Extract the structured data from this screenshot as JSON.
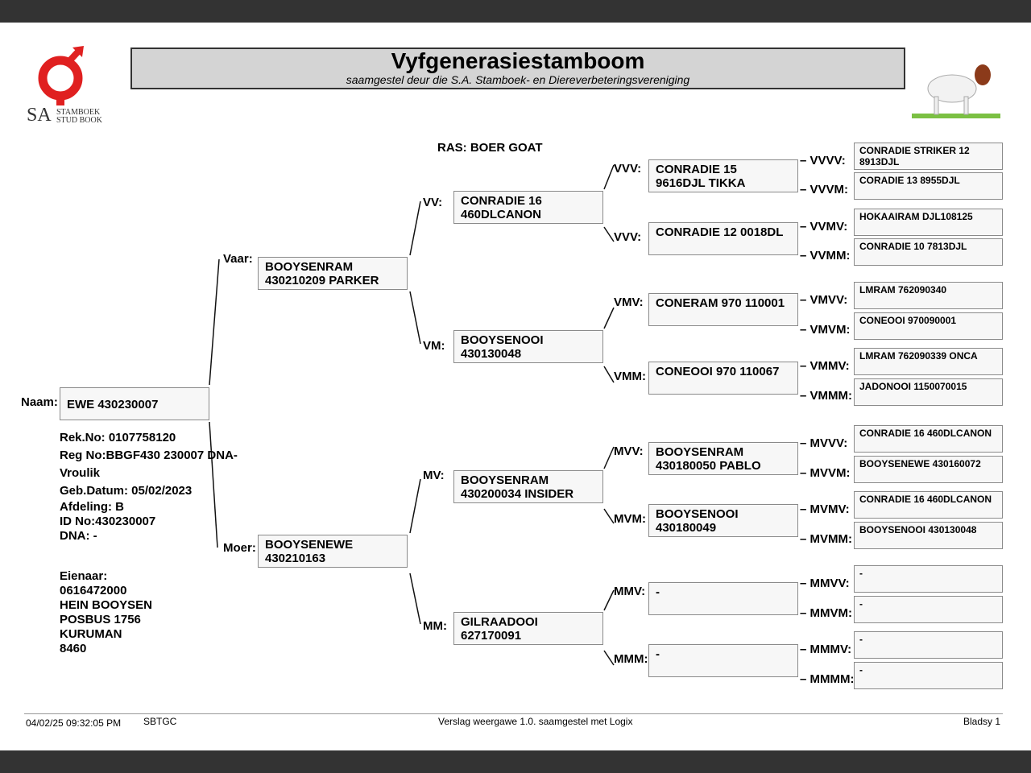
{
  "logo": {
    "text_sa": "SA",
    "text_line1": "STAMBOEK",
    "text_line2": "STUD BOOK",
    "color": "#e02020"
  },
  "header": {
    "title": "Vyfgenerasiestamboom",
    "subtitle": "saamgestel deur die S.A. Stamboek- en Diereverbeteringsvereniging"
  },
  "breed": "RAS: BOER GOAT",
  "subject": {
    "label": "Naam:",
    "name": "EWE 430230007",
    "details": [
      "Rek.No: 0107758120",
      "Reg No:BBGF430 230007 DNA-",
      "Vroulik",
      "Geb.Datum: 05/02/2023"
    ],
    "details2": [
      "Afdeling: B",
      "ID No:430230007",
      "DNA: -"
    ],
    "owner": [
      "Eienaar:",
      "0616472000",
      "HEIN BOOYSEN",
      "POSBUS 1756",
      "KURUMAN",
      "8460"
    ]
  },
  "gen1": [
    {
      "label": "Vaar:",
      "name": "BOOYSENRAM\n430210209 PARKER"
    },
    {
      "label": "Moer:",
      "name": "BOOYSENEWE\n430210163"
    }
  ],
  "gen2": [
    {
      "label": "VV:",
      "name": "CONRADIE 16\n460DLCANON"
    },
    {
      "label": "VM:",
      "name": "BOOYSENOOI\n430130048"
    },
    {
      "label": "MV:",
      "name": "BOOYSENRAM\n430200034 INSIDER"
    },
    {
      "label": "MM:",
      "name": "GILRAADOOI\n627170091"
    }
  ],
  "gen3": [
    {
      "label": "VVV:",
      "name": "CONRADIE 15\n9616DJL TIKKA"
    },
    {
      "label": "VVV:",
      "name": "CONRADIE 12 0018DL"
    },
    {
      "label": "VMV:",
      "name": "CONERAM 970 110001"
    },
    {
      "label": "VMM:",
      "name": "CONEOOI 970 110067"
    },
    {
      "label": "MVV:",
      "name": "BOOYSENRAM\n430180050 PABLO"
    },
    {
      "label": "MVM:",
      "name": "BOOYSENOOI\n430180049"
    },
    {
      "label": "MMV:",
      "name": "-"
    },
    {
      "label": "MMM:",
      "name": "-"
    }
  ],
  "gen4": [
    {
      "label": "– VVVV:",
      "name": "CONRADIE STRIKER 12\n8913DJL"
    },
    {
      "label": "– VVVM:",
      "name": "CORADIE 13 8955DJL"
    },
    {
      "label": "– VVMV:",
      "name": "HOKAAIRAM DJL108125"
    },
    {
      "label": "– VVMM:",
      "name": "CONRADIE 10 7813DJL"
    },
    {
      "label": "– VMVV:",
      "name": "LMRAM 762090340"
    },
    {
      "label": "– VMVM:",
      "name": "CONEOOI 970090001"
    },
    {
      "label": "– VMMV:",
      "name": "LMRAM 762090339 ONCA"
    },
    {
      "label": "– VMMM:",
      "name": "JADONOOI 1150070015"
    },
    {
      "label": "– MVVV:",
      "name": "CONRADIE 16 460DLCANON"
    },
    {
      "label": "– MVVM:",
      "name": "BOOYSENEWE 430160072"
    },
    {
      "label": "– MVMV:",
      "name": "CONRADIE 16 460DLCANON"
    },
    {
      "label": "– MVMM:",
      "name": "BOOYSENOOI 430130048"
    },
    {
      "label": "– MMVV:",
      "name": "-"
    },
    {
      "label": "– MMVM:",
      "name": "-"
    },
    {
      "label": "– MMMV:",
      "name": "-"
    },
    {
      "label": "– MMMM:",
      "name": "-"
    }
  ],
  "footer": {
    "datetime": "04/02/25 09:32:05 PM",
    "code": "SBTGC",
    "report": "Verslag weergawe 1.0. saamgestel met Logix",
    "page": "Bladsy 1"
  }
}
